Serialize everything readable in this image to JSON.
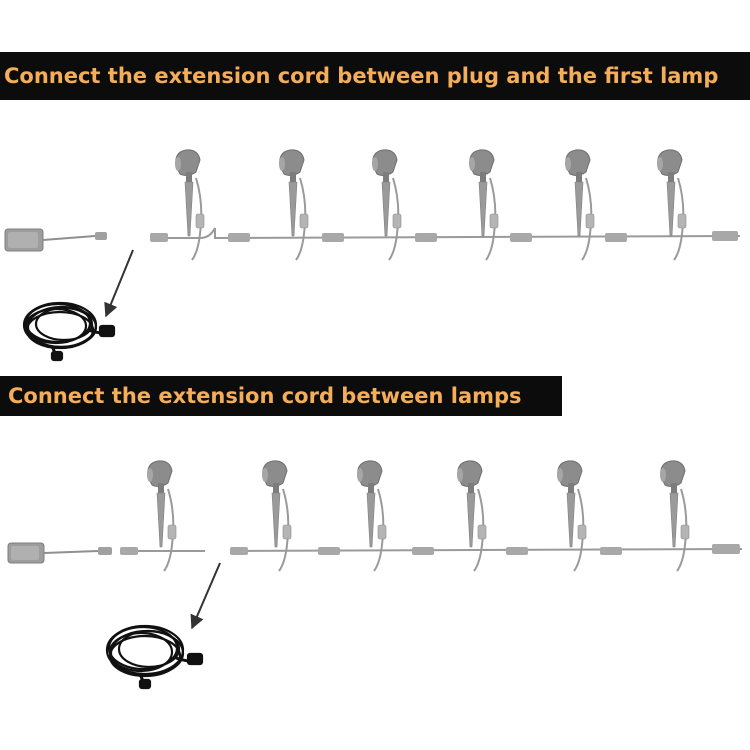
{
  "captions": {
    "plug_to_first_lamp": "Connect the extension cord between plug and the first lamp",
    "between_lamps": "Connect the extension cord between lamps"
  },
  "colors": {
    "banner_background": "#0c0c0c",
    "banner_text": "#f4ad5a",
    "lamp_gray": "#8c8c8c",
    "cord_black": "#111111",
    "arrow": "#333333"
  },
  "icons": {
    "lamp": "spotlight-lamp-icon",
    "plug": "power-adapter-icon",
    "extension_cord": "coiled-extension-cord-icon",
    "arrow": "arrow-icon"
  },
  "diagrams": [
    {
      "id": "top",
      "lamp_count": 6,
      "extension_cord_position": "between plug and first lamp"
    },
    {
      "id": "bottom",
      "lamp_count": 6,
      "extension_cord_position": "between first and second lamp"
    }
  ]
}
